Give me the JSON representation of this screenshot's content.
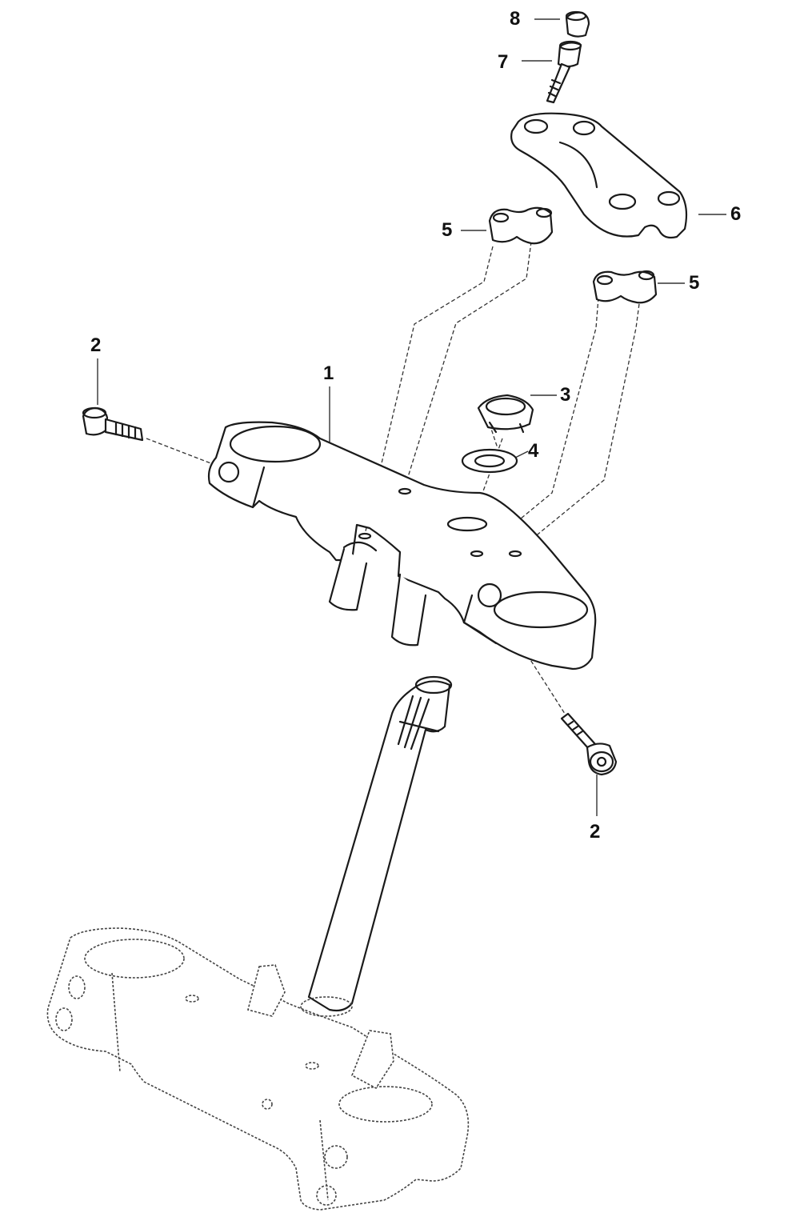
{
  "callouts": [
    {
      "id": "c8",
      "label": "8"
    },
    {
      "id": "c7",
      "label": "7"
    },
    {
      "id": "c6",
      "label": "6"
    },
    {
      "id": "c5a",
      "label": "5"
    },
    {
      "id": "c5b",
      "label": "5"
    },
    {
      "id": "c2a",
      "label": "2"
    },
    {
      "id": "c1",
      "label": "1"
    },
    {
      "id": "c3",
      "label": "3"
    },
    {
      "id": "c4",
      "label": "4"
    },
    {
      "id": "c2b",
      "label": "2"
    }
  ]
}
